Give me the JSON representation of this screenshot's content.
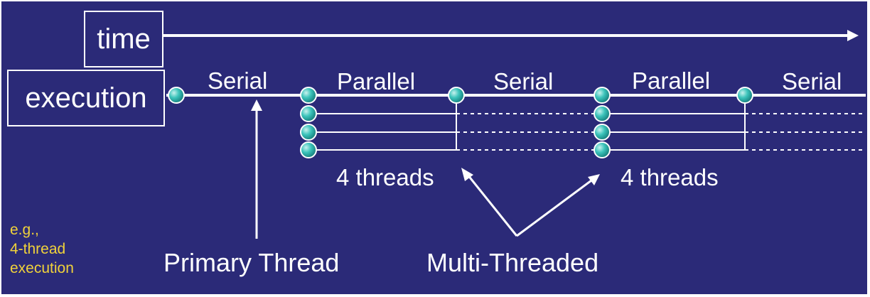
{
  "labels": {
    "time": "time",
    "execution": "execution",
    "serial_1": "Serial",
    "parallel_1": "Parallel",
    "serial_2": "Serial",
    "parallel_2": "Parallel",
    "serial_3": "Serial",
    "threads_1": "4 threads",
    "threads_2": "4 threads",
    "primary_thread": "Primary Thread",
    "multi_threaded": "Multi-Threaded"
  },
  "note": {
    "line1": "e.g.,",
    "line2": "4-thread",
    "line3": "execution"
  },
  "colors": {
    "background": "#2b2a78",
    "line": "#ffffff",
    "node_fill": "#2fb8b0",
    "note_text": "#f0d23a"
  }
}
